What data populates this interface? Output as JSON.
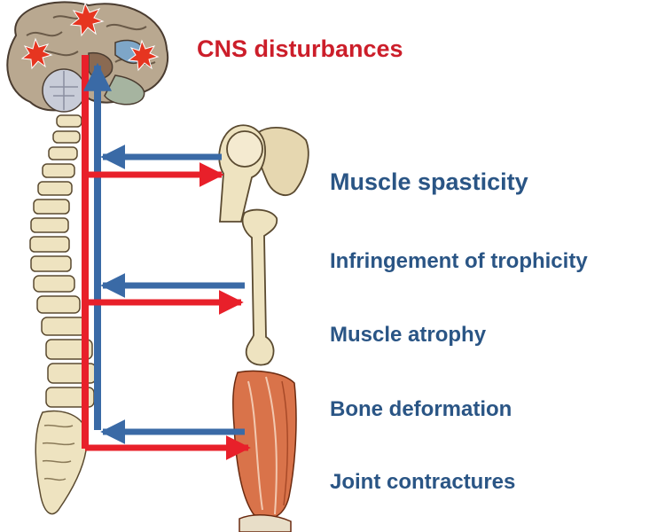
{
  "title": "CNS disturbances",
  "effects": [
    "Muscle spasticity",
    "Infringement of trophicity",
    "Muscle atrophy",
    "Bone deformation",
    "Joint contractures"
  ],
  "colors": {
    "title": "#cc1e2a",
    "effect_text": "#2a5585",
    "efferent_arrow": "#e8202a",
    "afferent_arrow": "#3a6aa6",
    "bone": "#eee3c0",
    "muscle": "#d9734a",
    "brain": "#b9a890"
  },
  "icons": [
    "brain-icon",
    "spine-icon",
    "shoulder-bone-icon",
    "long-bone-icon",
    "thigh-muscle-icon",
    "lesion-star-icon"
  ]
}
